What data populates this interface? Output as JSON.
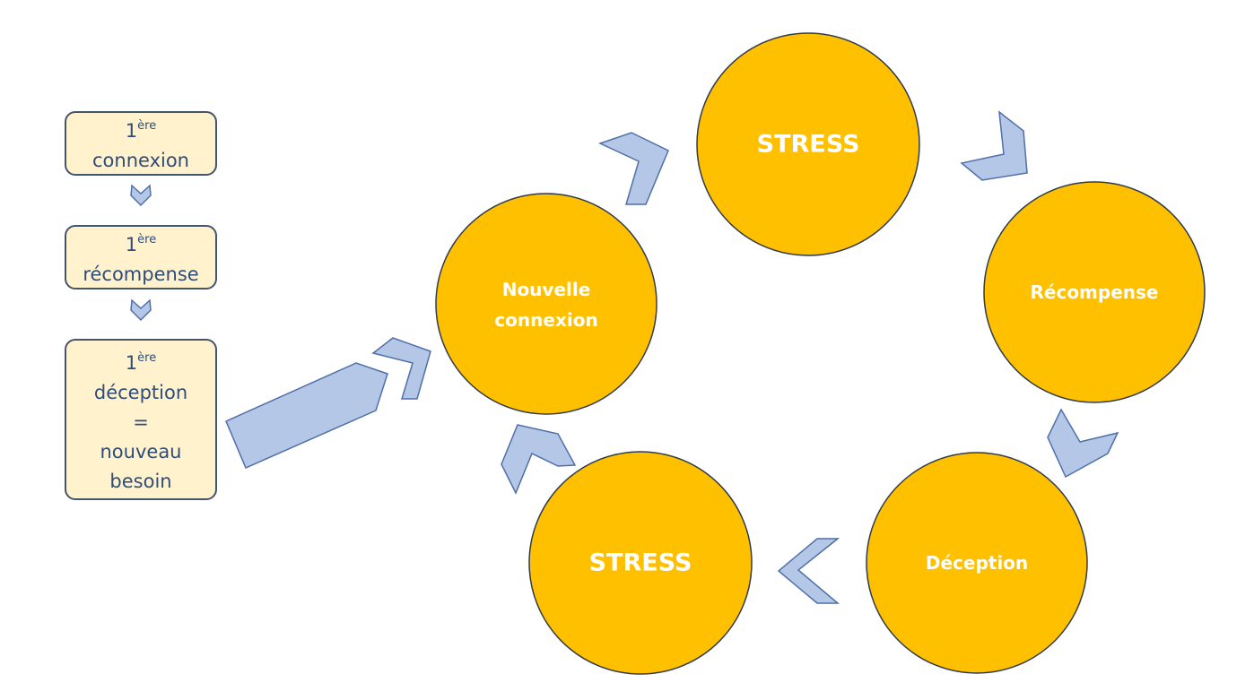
{
  "steps": [
    {
      "sup": "ère",
      "num": "1",
      "lines": [
        "connexion"
      ]
    },
    {
      "sup": "ère",
      "num": "1",
      "lines": [
        "récompense"
      ]
    },
    {
      "sup": "ère",
      "num": "1",
      "lines": [
        "déception",
        "=",
        "nouveau",
        "besoin"
      ]
    }
  ],
  "cycle": {
    "nouvelle_line1": "Nouvelle",
    "nouvelle_line2": "connexion",
    "stress_top": "STRESS",
    "recompense": "Récompense",
    "deception": "Déception",
    "stress_bottom": "STRESS"
  },
  "colors": {
    "circle_fill": "#ffc000",
    "circle_stroke": "#2f3a4a",
    "arrow_fill": "#b4c7e7",
    "arrow_stroke": "#4f6fa8",
    "box_fill": "#fff2cc",
    "box_text": "#2f4d7a"
  }
}
